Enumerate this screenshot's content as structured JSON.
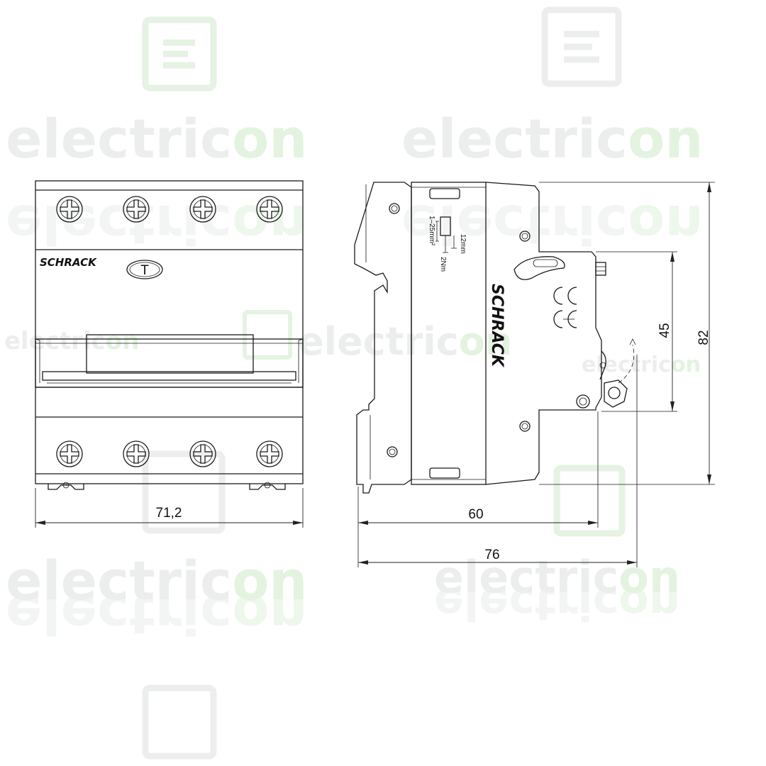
{
  "watermark": {
    "text_main": "electric",
    "text_accent": "on"
  },
  "front_view": {
    "brand": "SCHRACK",
    "test_button": "T",
    "width_dim": "71,2"
  },
  "side_view": {
    "brand": "SCHRACK",
    "wire_cross_section": "1–25mm²",
    "strip_length": "12mm",
    "torque": "2Nm",
    "height_dim": "82",
    "front_height_dim": "45",
    "depth_dim_60": "60",
    "depth_dim_76": "76"
  },
  "colors": {
    "line": "#1a1a1a",
    "watermark_gray": "#eceeed",
    "watermark_green": "#e3f3e0"
  }
}
